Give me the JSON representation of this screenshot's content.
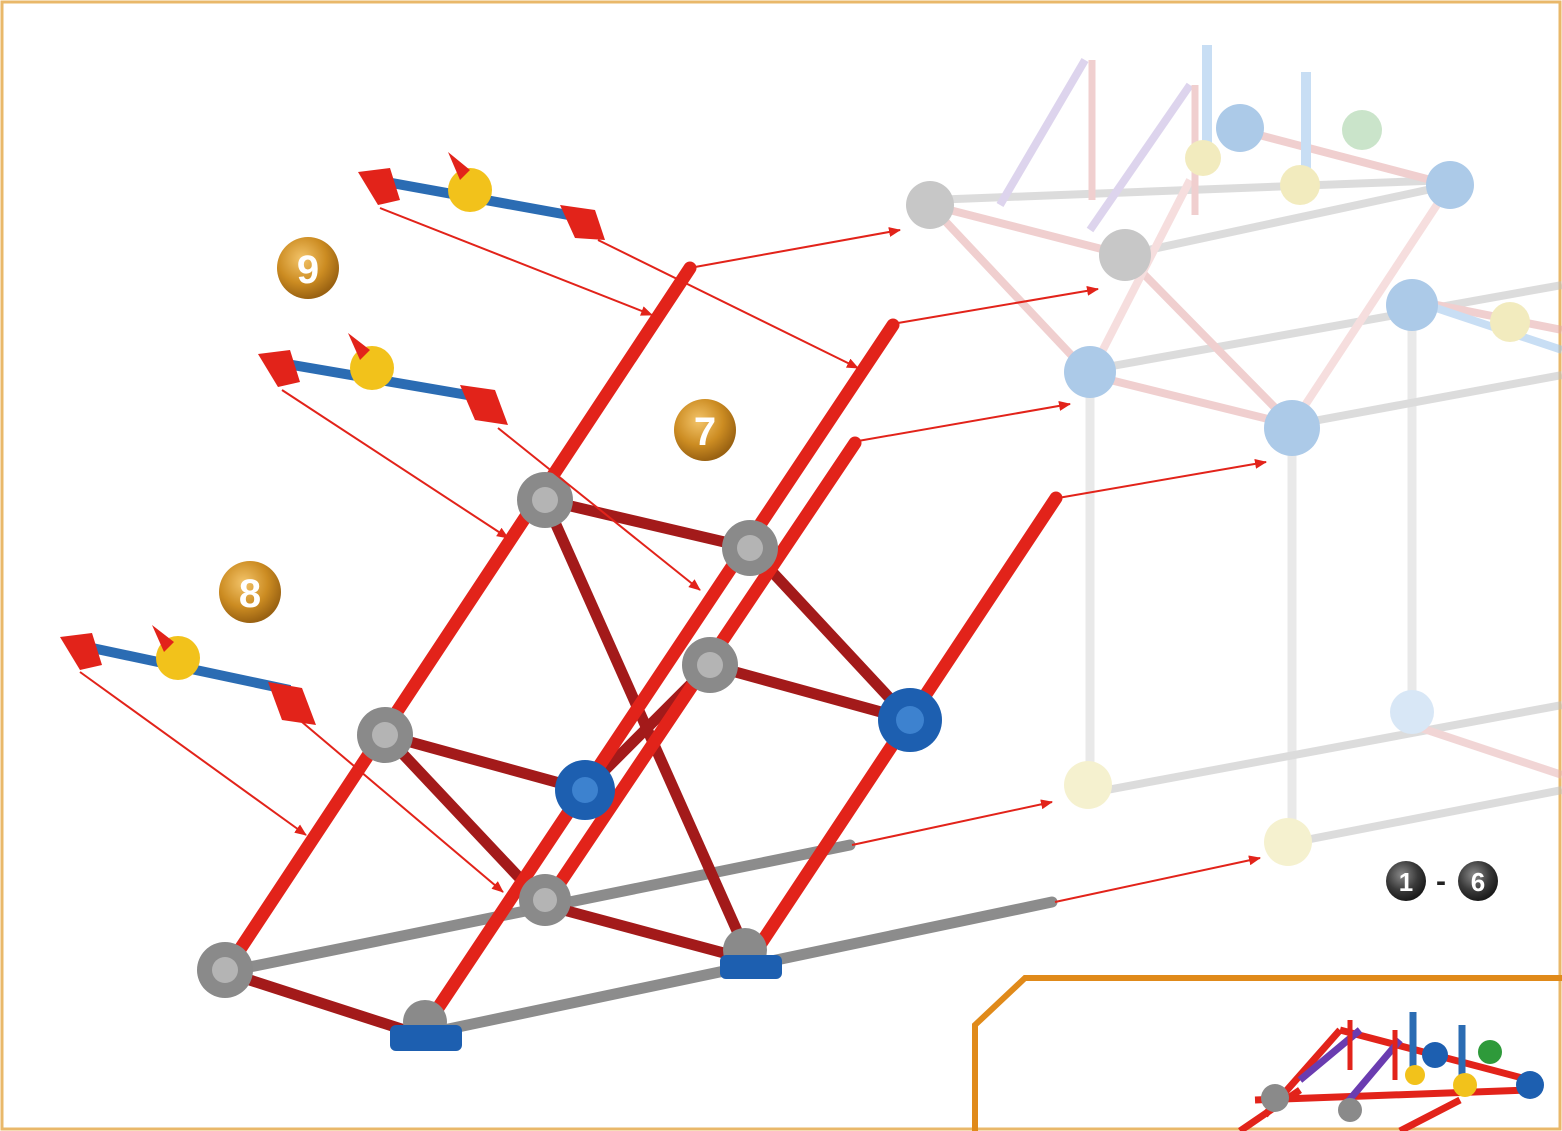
{
  "step_badges": [
    {
      "label": "9"
    },
    {
      "label": "7"
    },
    {
      "label": "8"
    }
  ],
  "step_range": {
    "from": "1",
    "separator": "-",
    "to": "6"
  },
  "colors": {
    "frame_border": "#e9b86a",
    "inset_border": "#e08a1a",
    "rod_red": "#e2231a",
    "rod_dark_red": "#a31a1a",
    "rod_gray": "#8c8c8c",
    "rod_blue": "#2b6cb3",
    "connector_gray": "#8a8a8a",
    "connector_blue": "#1d5fb0",
    "connector_yellow": "#f2c21b",
    "arrow_red": "#e2231a",
    "badge_gold": "#c98a1f",
    "badge_dark": "#3a3a3a"
  },
  "icons": [
    "gold-step-badge",
    "gray-step-badge",
    "connector-hub",
    "clip-end-piece"
  ]
}
